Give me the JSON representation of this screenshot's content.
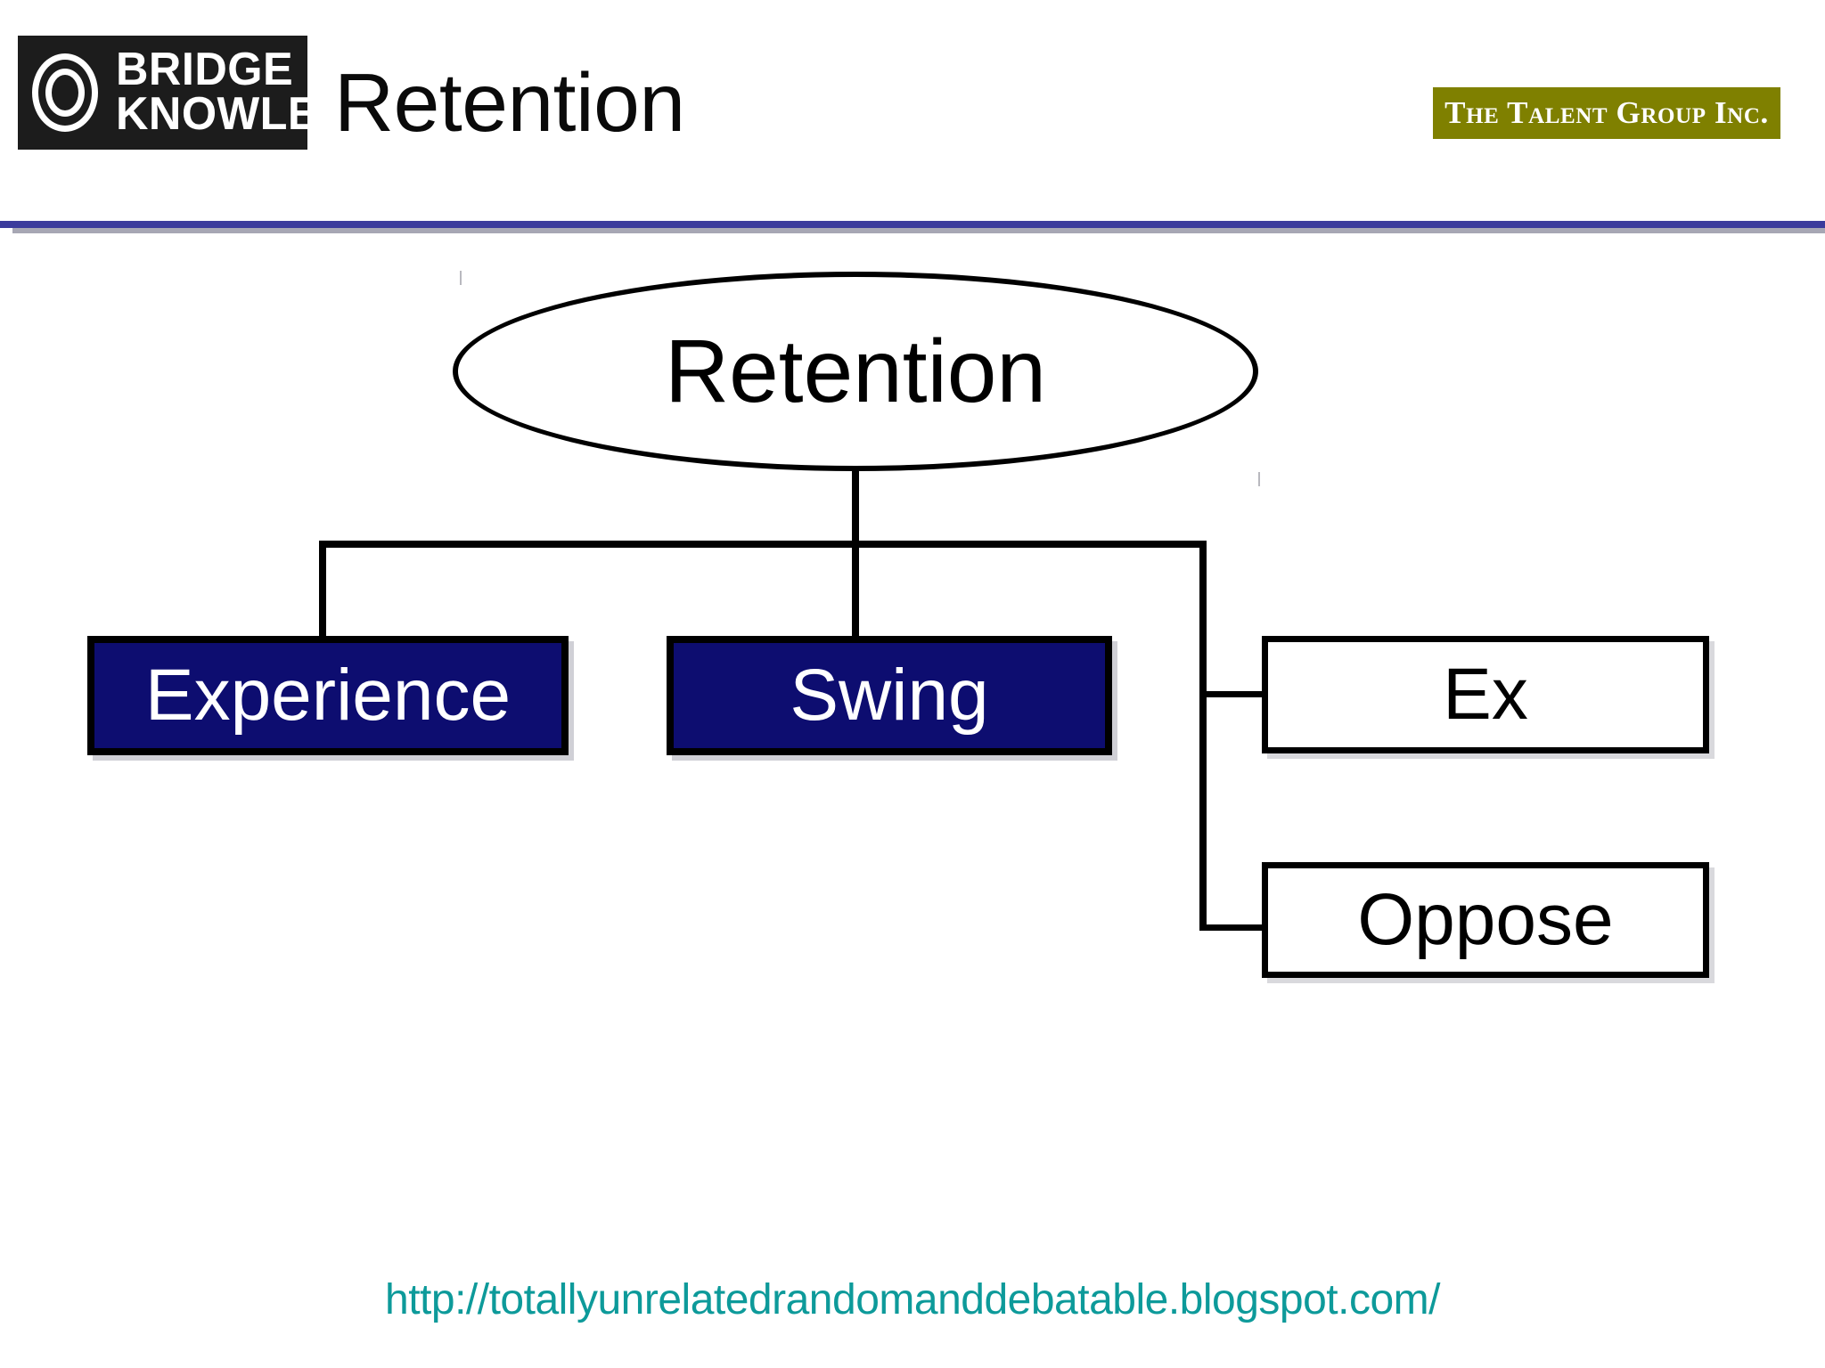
{
  "header": {
    "logo": {
      "line1": "BRIDGE",
      "line2": "KNOWLE",
      "mark": "double-ring-logo"
    },
    "title": "Retention",
    "partner_logo_text": "The Talent Group Inc.",
    "partner_logo_color": "#7f8000",
    "divider_color": "#3b3b9c",
    "divider_shadow_color": "#a7a7b4"
  },
  "diagram": {
    "type": "tree",
    "root": {
      "label": "Retention",
      "shape": "ellipse",
      "fill": "#ffffff",
      "stroke": "#000000"
    },
    "children": [
      {
        "label": "Experience",
        "shape": "rectangle",
        "fill": "#0d0d70",
        "text_color": "#ffffff",
        "stroke": "#000000"
      },
      {
        "label": "Swing",
        "shape": "rectangle",
        "fill": "#0d0d70",
        "text_color": "#ffffff",
        "stroke": "#000000"
      },
      {
        "label": "Ex",
        "shape": "rectangle",
        "fill": "#ffffff",
        "text_color": "#000000",
        "stroke": "#000000"
      },
      {
        "label": "Oppose",
        "shape": "rectangle",
        "fill": "#ffffff",
        "text_color": "#000000",
        "stroke": "#000000"
      }
    ]
  },
  "footer": {
    "url": "http://totallyunrelatedrandomanddebatable.blogspot.com/",
    "url_color": "#0d9a9a"
  }
}
